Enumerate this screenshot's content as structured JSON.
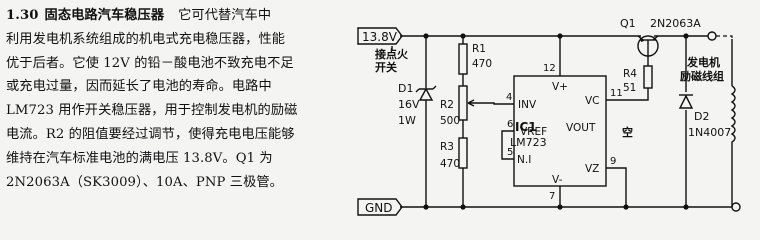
{
  "article": {
    "section_number": "1.30",
    "title": "固态电路汽车稳压器",
    "lines": [
      "它可代替汽车中",
      "利用发电机系统组成的机电式充电稳压器，性能",
      "优于后者。它使 12V 的铅－酸电池不致充电不足",
      "或充电过量，因而延长了电池的寿命。电路中",
      "LM723 用作开关稳压器，用于控制发电机的励磁",
      "电流。R2 的阻值要经过调节，使得充电电压能够",
      "维持在汽车标准电池的满电压 13.8V。Q1 为",
      "2N2063A（SK3009）、10A、PNP 三极管。"
    ]
  },
  "diagram": {
    "terminals": {
      "supply": "13.8V",
      "ground": "GND"
    },
    "ignition_note": [
      "接点火",
      "开关"
    ],
    "d1": {
      "name": "D1",
      "voltage": "16V",
      "power": "1W"
    },
    "r1": {
      "name": "R1",
      "value": "470"
    },
    "r2": {
      "name": "R2",
      "value": "500"
    },
    "r3": {
      "name": "R3",
      "value": "470"
    },
    "r4": {
      "name": "R4",
      "value": "51"
    },
    "ic": {
      "name_line1": "IC1",
      "name_line2": "LM723",
      "pins": {
        "vplus": "V+",
        "inv": "INV",
        "vref": "VREF",
        "ni": "N.I",
        "vc": "VC",
        "vout": "VOUT",
        "vz": "VZ",
        "vminus": "V-"
      },
      "pin_numbers": {
        "vplus": "12",
        "inv": "4",
        "vref": "6",
        "ni": "5",
        "vc": "11",
        "vz": "9",
        "vminus": "7"
      },
      "vout_note": "空"
    },
    "q1": {
      "name": "Q1",
      "part": "2N2063A"
    },
    "d2": {
      "name": "D2",
      "part": "1N4007"
    },
    "field_coil": [
      "发电机",
      "励磁线组"
    ]
  }
}
